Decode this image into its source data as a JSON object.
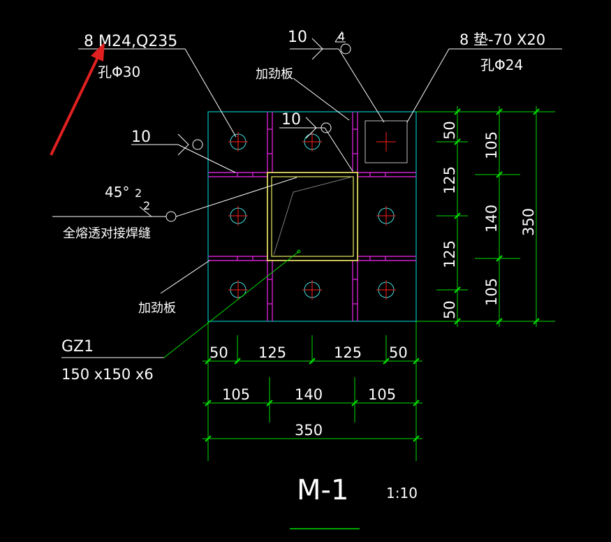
{
  "labels": {
    "bolt_spec": "8 M24,Q235",
    "bolt_hole": "孔Φ30",
    "weld_top": "10",
    "weld_top_sym": "4",
    "washer_spec": "8 垫-70 X20",
    "washer_hole": "孔Φ24",
    "stiffener_top": "加劲板",
    "weld_inner": "10",
    "weld_left": "10",
    "bevel": "45°",
    "gap_a": "2",
    "gap_b": "2",
    "full_pen_weld": "全熔透对接焊缝",
    "stiffener_bottom": "加劲板",
    "column_name": "GZ1",
    "column_section": "150 x150 x6",
    "title": "M-1",
    "scale": "1:10"
  },
  "dims_bottom_row1": [
    "50",
    "125",
    "125",
    "50"
  ],
  "dims_bottom_row2": [
    "105",
    "140",
    "105"
  ],
  "dims_bottom_total": "350",
  "dims_right_col1": [
    "50",
    "125",
    "125",
    "50"
  ],
  "dims_right_col2": [
    "105",
    "140",
    "105"
  ],
  "dims_right_total": "350",
  "colors": {
    "plate": "#00c0c0",
    "stiffener": "#d020d0",
    "column": "#f0f060",
    "dimension": "#00e000",
    "bolt_circle": "#40e0e0",
    "center_mark": "#ff2020",
    "leader": "#ffffff",
    "arrow": "#e02020"
  }
}
